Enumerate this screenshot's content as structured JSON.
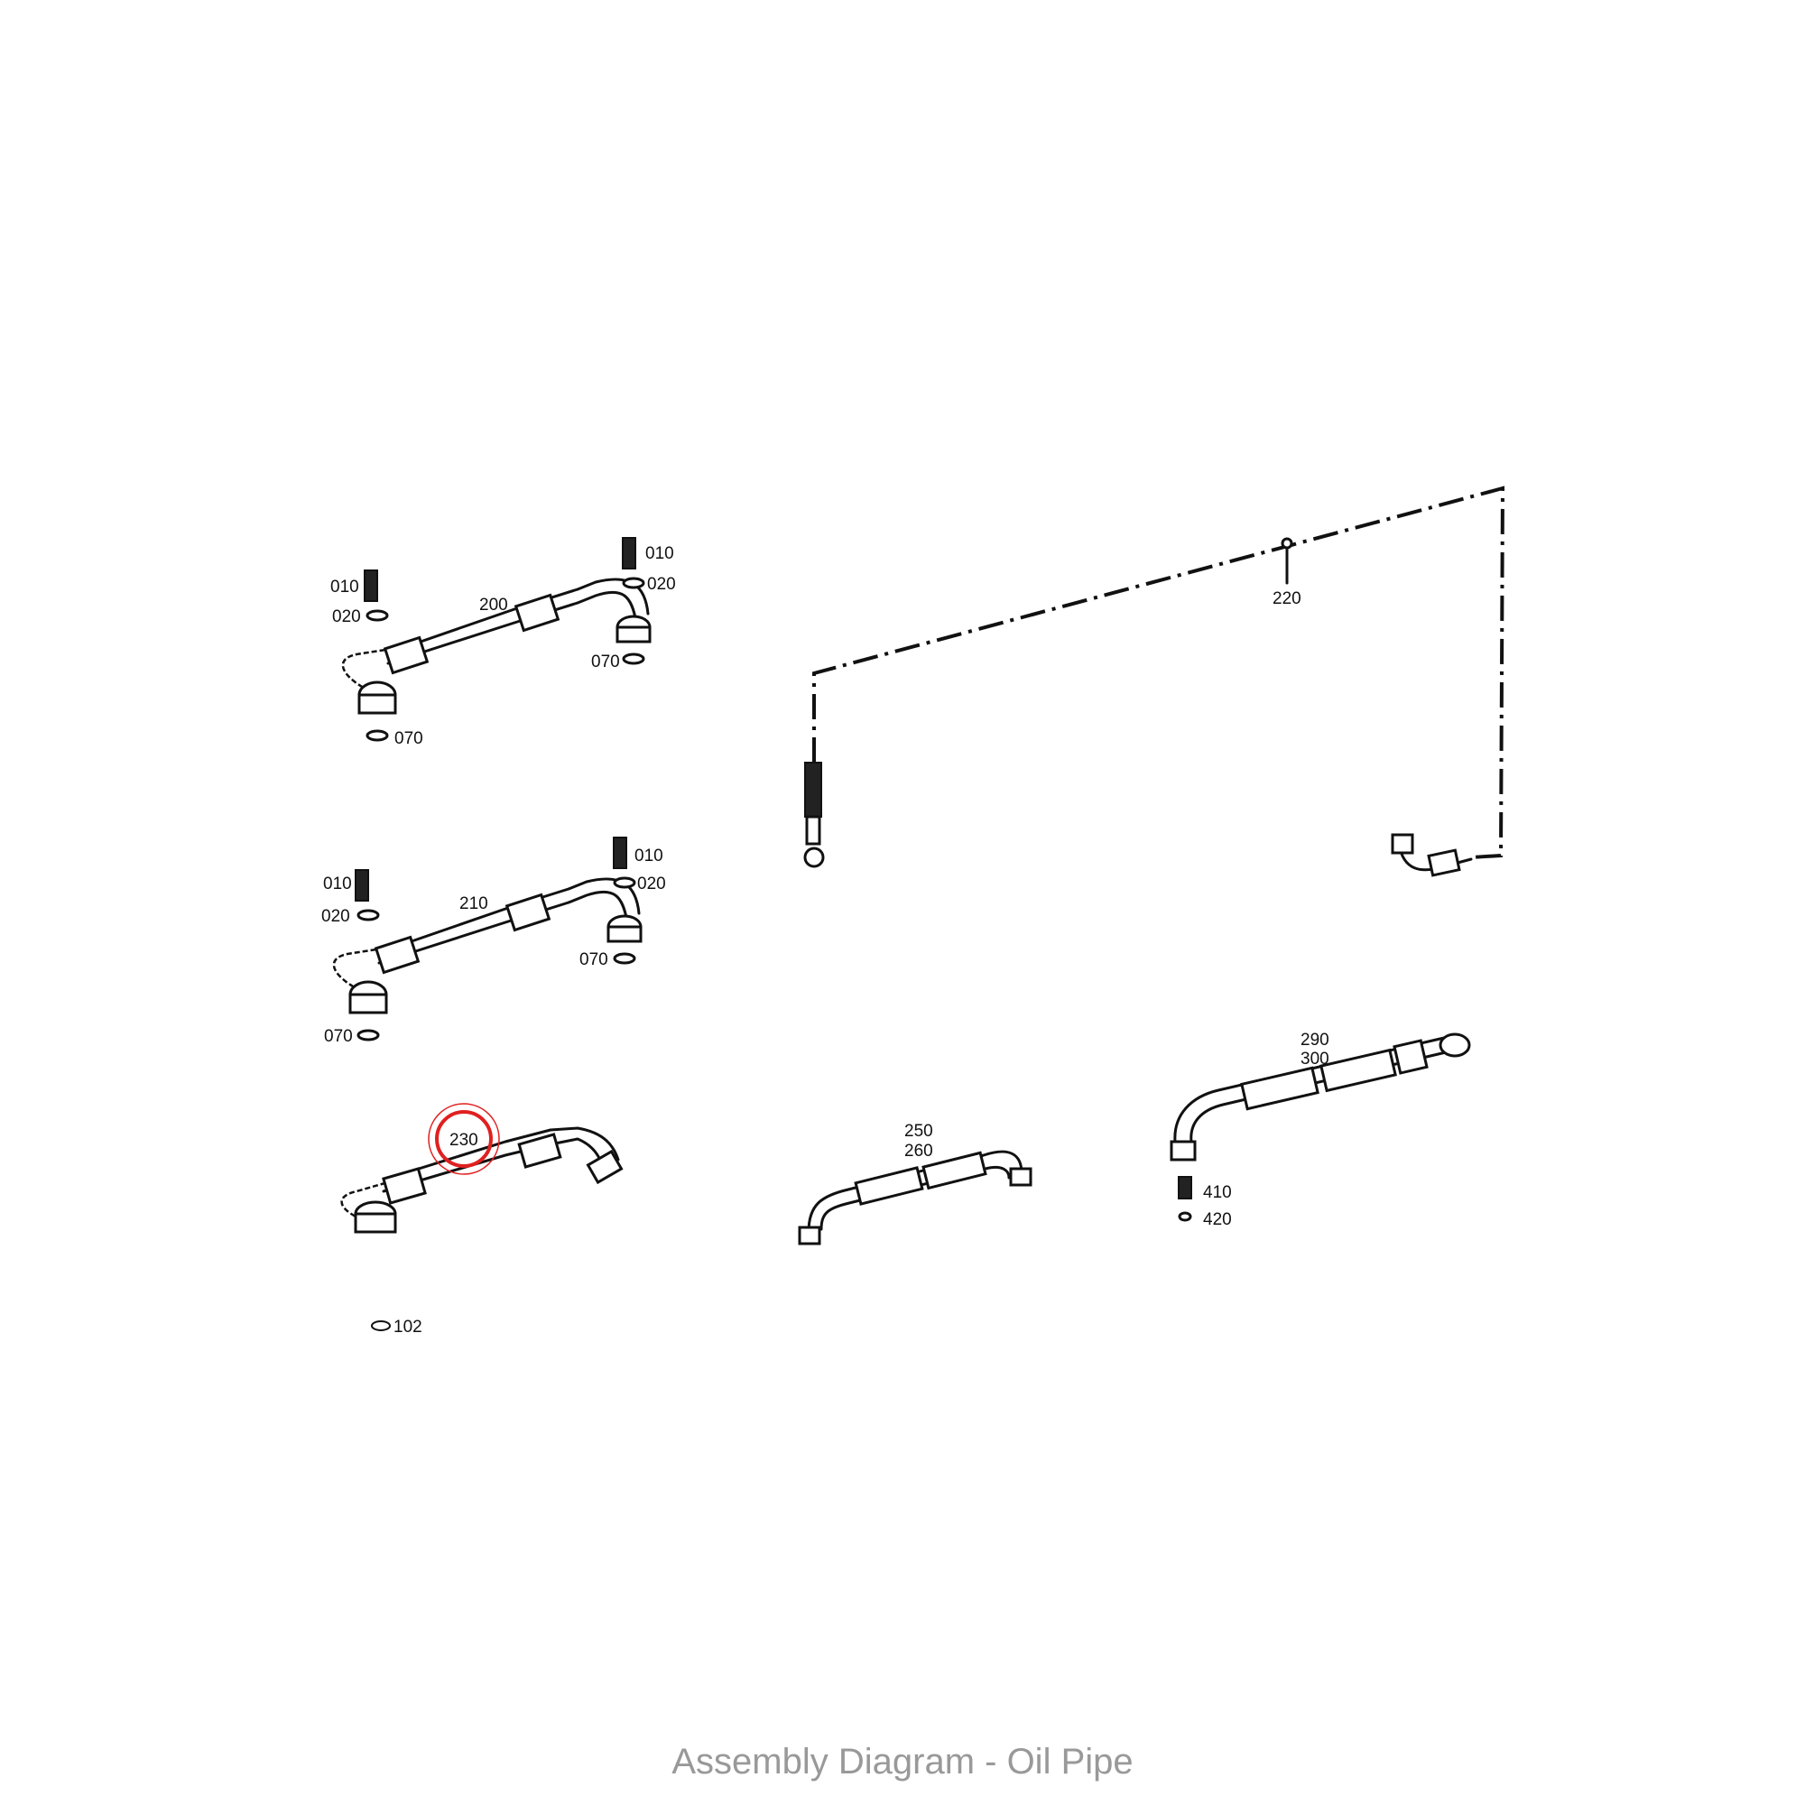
{
  "caption": "Assembly Diagram - Oil Pipe",
  "highlight_color": "#e02020",
  "highlighted_part": "230",
  "group_200": {
    "pipe": "200",
    "bolt_left": "010",
    "seal_left": "020",
    "bolt_right": "010",
    "seal_right": "020",
    "washer_right": "070",
    "washer_left": "070"
  },
  "group_210": {
    "pipe": "210",
    "bolt_left": "010",
    "seal_left": "020",
    "bolt_right": "010",
    "seal_right": "020",
    "washer_right": "070",
    "washer_left": "070"
  },
  "group_230": {
    "pipe": "230",
    "note": "102"
  },
  "line_220": {
    "label": "220"
  },
  "hose_250": {
    "label_a": "250",
    "label_b": "260"
  },
  "hose_290": {
    "label_a": "290",
    "label_b": "300",
    "fitting": "410",
    "seal": "420"
  }
}
